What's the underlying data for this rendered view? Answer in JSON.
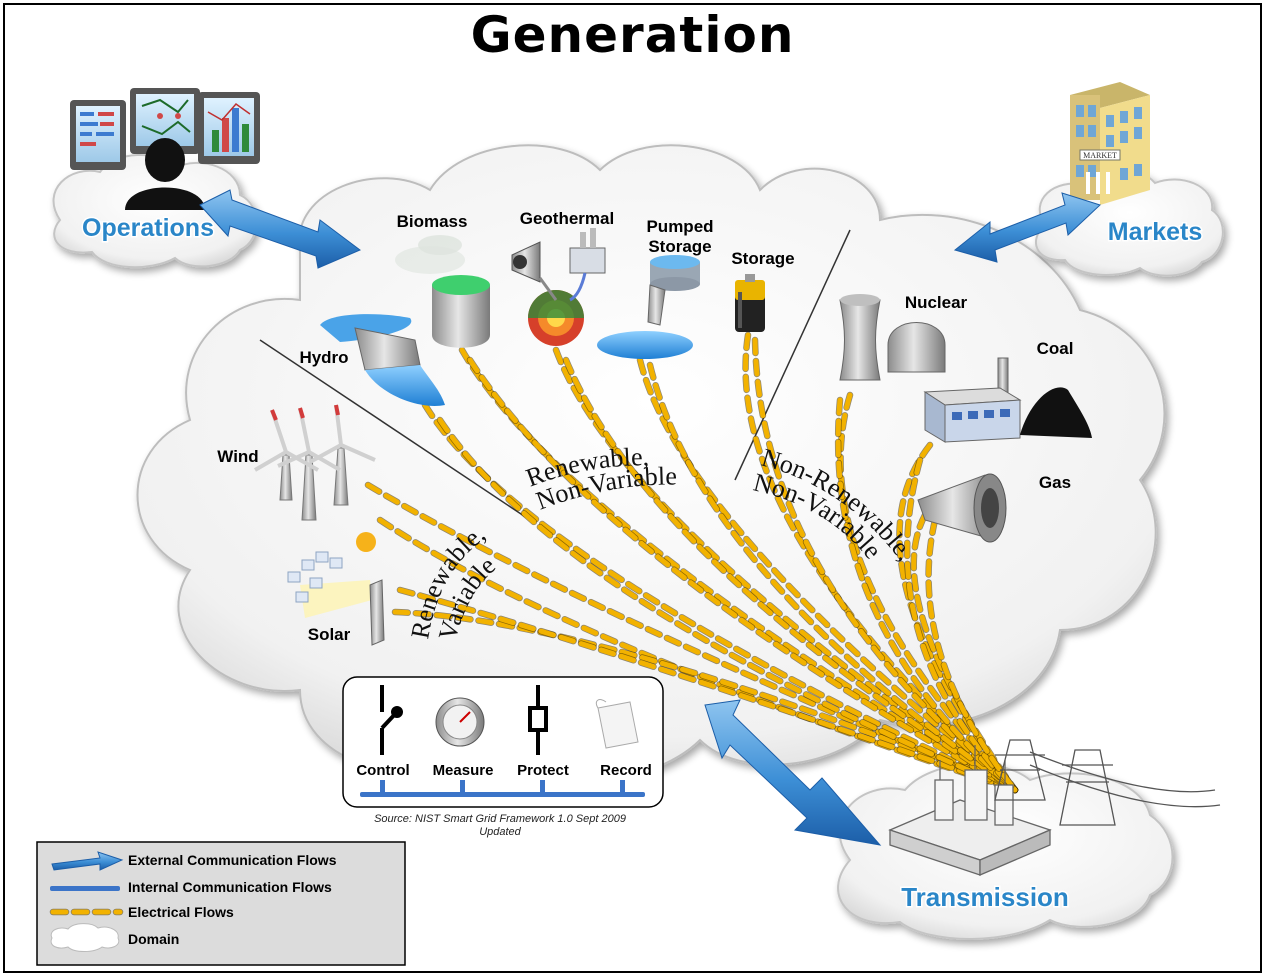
{
  "title": "Generation",
  "domains": {
    "operations": "Operations",
    "markets": "Markets",
    "transmission": "Transmission"
  },
  "sources": {
    "biomass": "Biomass",
    "geothermal": "Geothermal",
    "pumped_storage_line1": "Pumped",
    "pumped_storage_line2": "Storage",
    "storage": "Storage",
    "hydro": "Hydro",
    "wind": "Wind",
    "solar": "Solar",
    "nuclear": "Nuclear",
    "coal": "Coal",
    "gas": "Gas"
  },
  "categories": {
    "renewable_nonvariable_1": "Renewable,",
    "renewable_nonvariable_2": "Non-Variable",
    "renewable_variable_1": "Renewable,",
    "renewable_variable_2": "Variable",
    "nonrenewable_1": "Non-Renewable,",
    "nonrenewable_2": "Non-Variable"
  },
  "tools": {
    "control": "Control",
    "measure": "Measure",
    "protect": "Protect",
    "record": "Record"
  },
  "source_note": {
    "line1": "Source:  NIST Smart Grid Framework 1.0 Sept 2009",
    "line2": "Updated"
  },
  "legend": {
    "external": "External Communication Flows",
    "internal": "Internal Communication Flows",
    "electrical": "Electrical Flows",
    "domain": "Domain"
  },
  "colors": {
    "domain_label": "#2a86c8",
    "electrical_flow": "#f2b200",
    "comm_arrow": "#3d8fd6",
    "internal_bar": "#3b74c8"
  }
}
